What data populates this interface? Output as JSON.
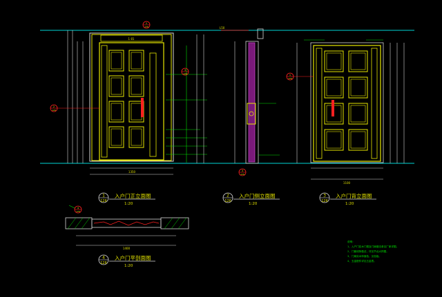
{
  "drawing": {
    "background": "#000000",
    "colors": {
      "cyan": "#00d8d8",
      "yellow": "#e8e800",
      "white": "#d8d8d8",
      "green": "#00e000",
      "red": "#ff2020",
      "magenta": "#c040c0",
      "label_text": "#e0e000"
    },
    "views": [
      {
        "number": "1",
        "title": "入户门正立面图",
        "sheet": "126",
        "scale": "1:20"
      },
      {
        "number": "2",
        "title": "入户门侧立面图",
        "sheet": "126",
        "scale": "1:20"
      },
      {
        "number": "3",
        "title": "入户门背立面图",
        "sheet": "126",
        "scale": "1:20"
      },
      {
        "number": "4",
        "title": "入户门平剖面图",
        "sheet": "126",
        "scale": "1:20"
      }
    ],
    "callouts": {
      "front_top": {
        "top": "1",
        "bottom": "126"
      },
      "front_mid": {
        "top": "3",
        "bottom": "126"
      },
      "front_left": {
        "top": "2",
        "bottom": "126"
      },
      "side_bottom": {
        "top": "3",
        "bottom": "126"
      },
      "back_left": {
        "top": "1",
        "bottom": "126"
      },
      "plan_left": {
        "top": "4",
        "bottom": "126"
      }
    },
    "dims": {
      "front_width": "1350",
      "back_width": "1100",
      "plan_width": "1400",
      "front_top_mark": "1 81",
      "side_top_mark": "L50"
    },
    "notes": [
      "说明：",
      "1、入户门实木门框及门扇做法参见厂家详图。",
      "2、门套线条做法，详见节点大样图。",
      "3、门扇实木饰面色，见色板。",
      "4、五金配件详见五金表。"
    ]
  }
}
